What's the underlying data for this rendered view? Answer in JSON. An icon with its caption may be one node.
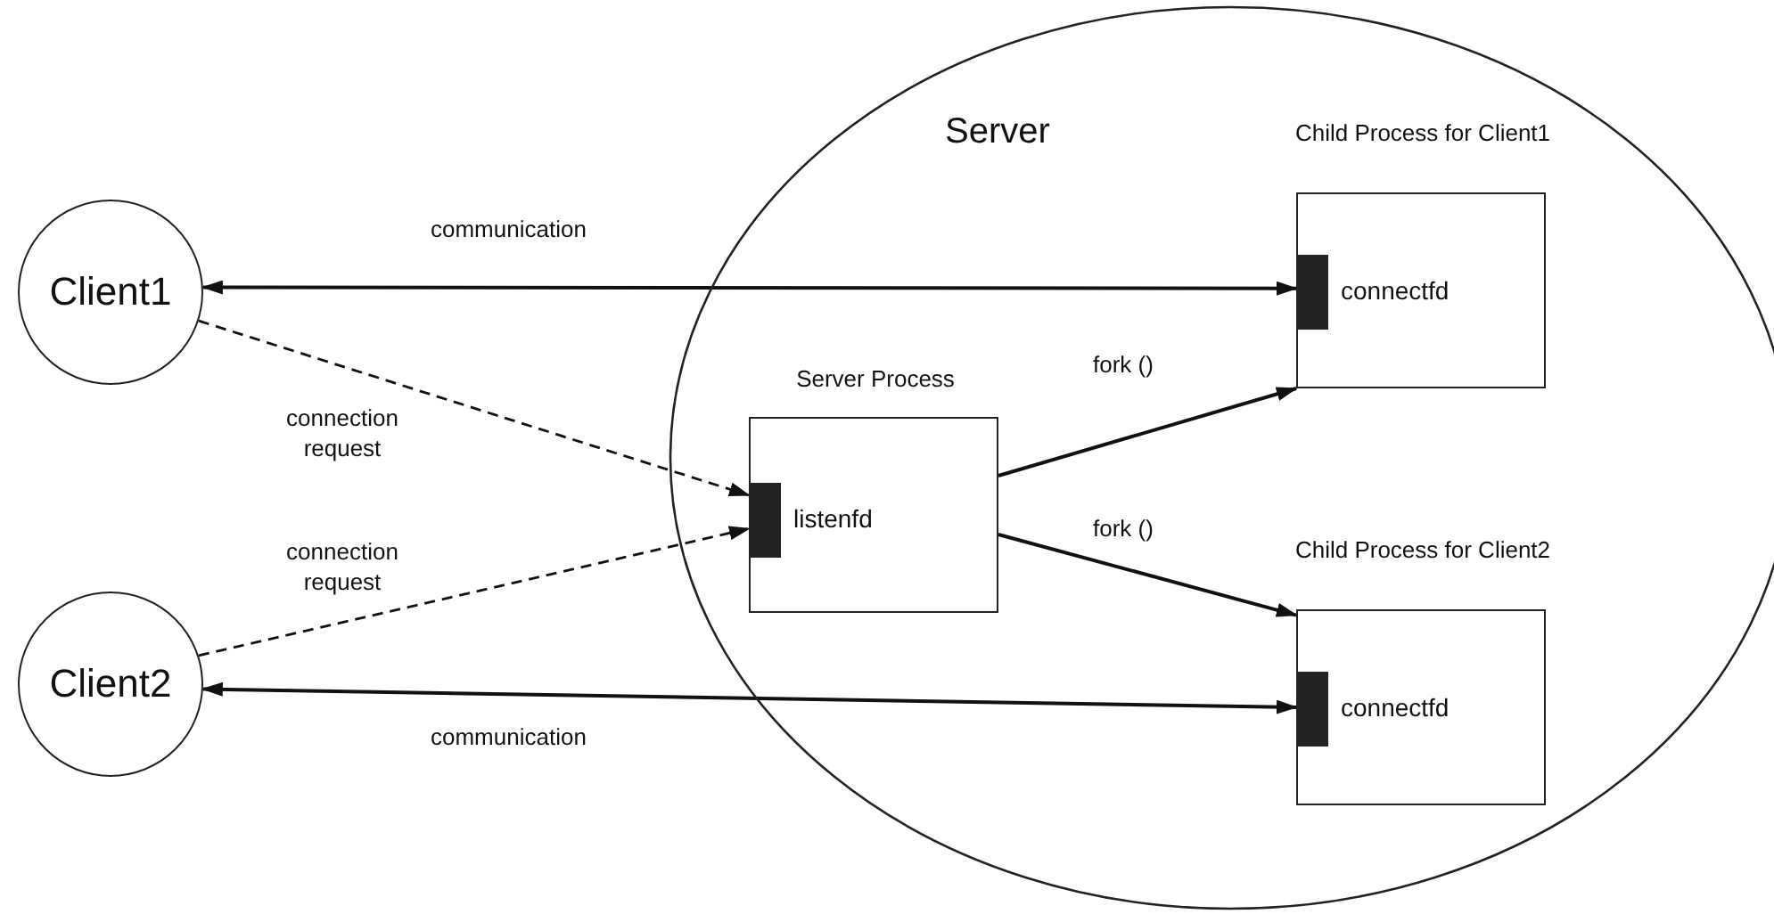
{
  "diagram": {
    "nodes": [
      {
        "text": [
          "Client1"
        ]
      },
      {
        "text": [
          "Client2"
        ]
      },
      {
        "text": [
          "Server"
        ]
      },
      {
        "text": [
          "Server Process",
          "listenfd"
        ],
        "in": 2
      },
      {
        "text": [
          "Child Process for Client1",
          "connectfd"
        ],
        "in": 2
      },
      {
        "text": [
          "Child Process for Client2",
          "connectfd"
        ],
        "in": 2
      }
    ],
    "edges": [
      {
        "from": 0,
        "to": 4,
        "arrow": "both",
        "label": "communication"
      },
      {
        "from": 0,
        "to": 3,
        "arrow": "to",
        "style": "dashed",
        "label": "connection request"
      },
      {
        "from": 1,
        "to": 3,
        "arrow": "to",
        "style": "dashed",
        "label": "connection request"
      },
      {
        "from": 1,
        "to": 5,
        "arrow": "both",
        "label": "communication"
      },
      {
        "from": 3,
        "to": 4,
        "arrow": "to",
        "label": "fork ()"
      },
      {
        "from": 3,
        "to": 5,
        "arrow": "to",
        "label": "fork ()"
      }
    ]
  }
}
